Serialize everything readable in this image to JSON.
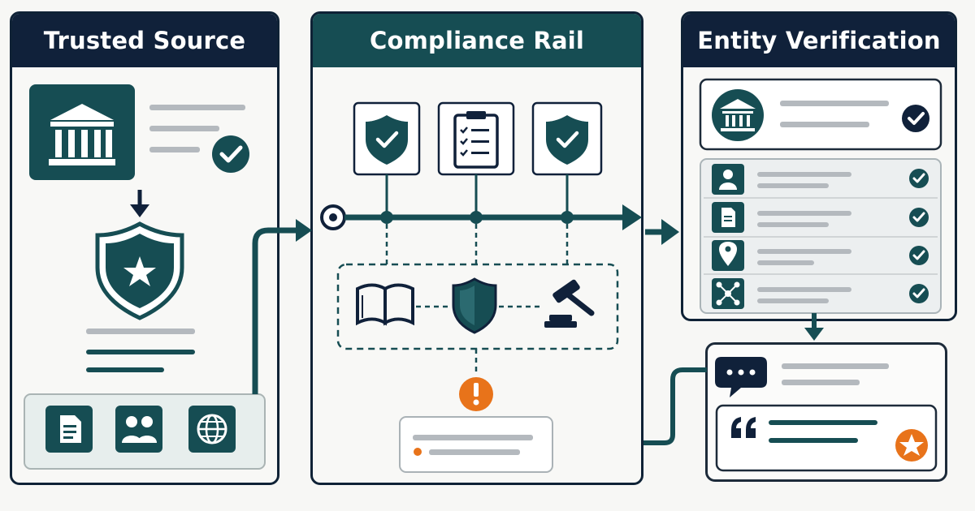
{
  "panels": {
    "trusted_source": {
      "title": "Trusted Source"
    },
    "compliance_rail": {
      "title": "Compliance Rail"
    },
    "entity_verification": {
      "title": "Entity Verification"
    }
  },
  "icons": {
    "trusted_source": [
      "bank-icon",
      "check-icon",
      "arrow-down-icon",
      "shield-star-icon",
      "document-icon",
      "users-icon",
      "globe-icon"
    ],
    "compliance_rail": [
      "shield-check-icon",
      "clipboard-checklist-icon",
      "shield-check-icon",
      "start-node-icon",
      "book-icon",
      "shield-icon",
      "gavel-icon",
      "alert-icon"
    ],
    "entity_verification": [
      "bank-icon",
      "user-icon",
      "document-icon",
      "location-pin-icon",
      "network-icon",
      "check-icon"
    ],
    "feedback": [
      "chat-bubble-icon",
      "quote-icon",
      "star-badge-icon"
    ]
  },
  "colors": {
    "navy": "#10213a",
    "teal": "#164d53",
    "orange": "#e8731a",
    "line_gray": "#aeb3b8"
  }
}
